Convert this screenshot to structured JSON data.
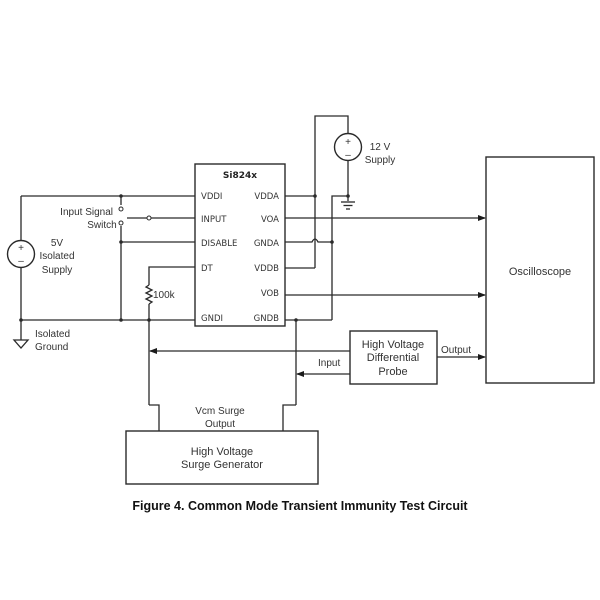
{
  "figure": {
    "caption": "Figure 4. Common Mode Transient Immunity Test Circuit"
  },
  "chip": {
    "name": "Si824x",
    "left_pins": [
      "VDDI",
      "INPUT",
      "DISABLE",
      "DT",
      "GNDI"
    ],
    "right_pins": [
      "VDDA",
      "VOA",
      "GNDA",
      "VDDB",
      "VOB",
      "GNDB"
    ]
  },
  "sources": {
    "isolated_supply": {
      "line1": "5V",
      "line2": "Isolated",
      "line3": "Supply",
      "plus": "+",
      "minus": "–"
    },
    "supply_12v": {
      "line1": "12 V",
      "line2": "Supply",
      "plus": "+",
      "minus": "–"
    }
  },
  "labels": {
    "switch_line1": "Input Signal",
    "switch_line2": "Switch",
    "resistor": "100k",
    "iso_ground_line1": "Isolated",
    "iso_ground_line2": "Ground",
    "probe_input": "Input",
    "probe_output": "Output",
    "vcm_line1": "Vcm Surge",
    "vcm_line2": "Output"
  },
  "blocks": {
    "oscilloscope": "Oscilloscope",
    "probe_line1": "High Voltage",
    "probe_line2": "Differential",
    "probe_line3": "Probe",
    "generator_line1": "High Voltage",
    "generator_line2": "Surge Generator"
  }
}
